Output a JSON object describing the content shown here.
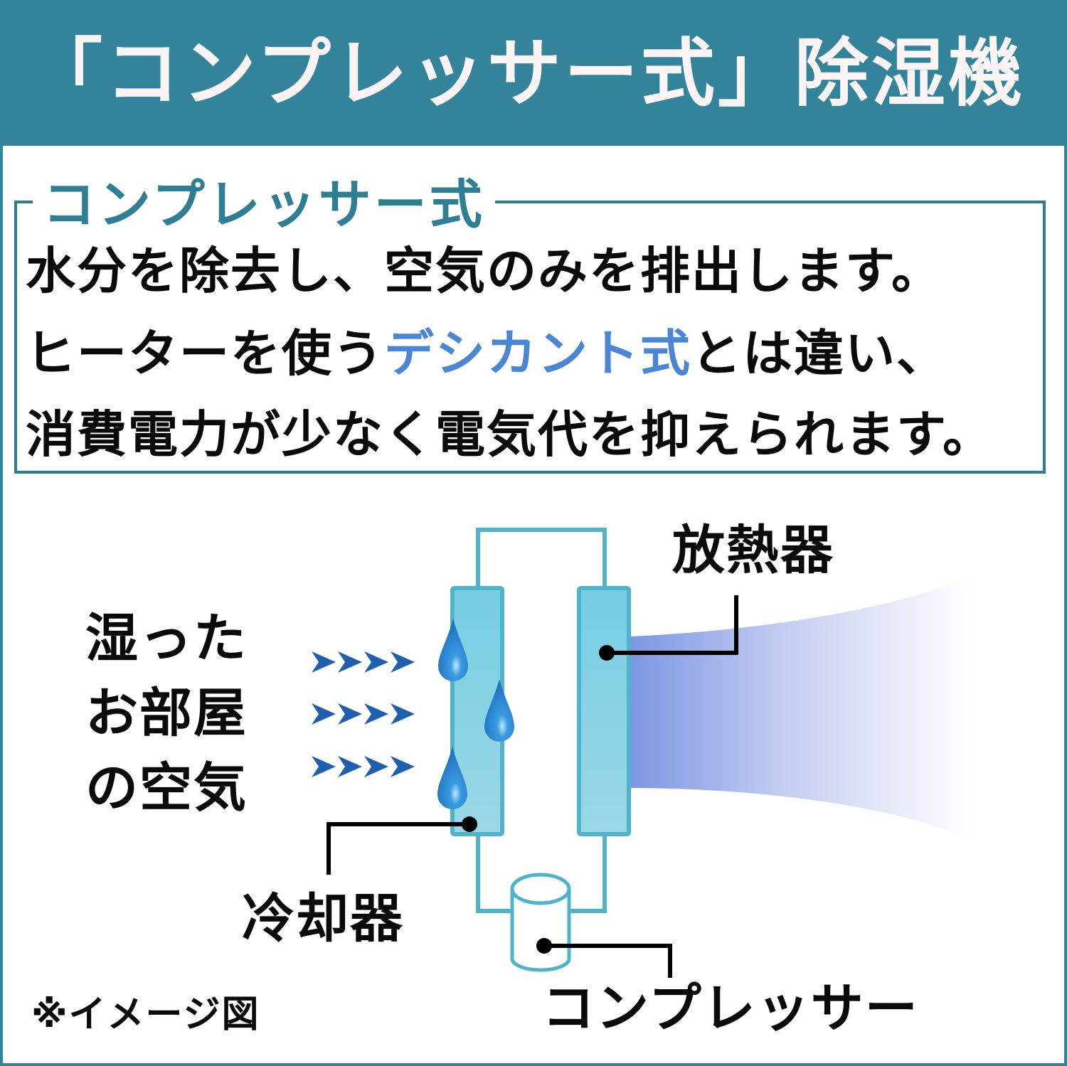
{
  "header": {
    "title": "「コンプレッサー式」除湿機",
    "bg_color": "#33849b"
  },
  "info": {
    "legend": "コンプレッサー式",
    "lines": [
      {
        "text": "水分を除去し、空気のみを排出します。"
      },
      {
        "pre": "ヒーターを使う",
        "accent": "デシカント式",
        "post": "とは違い、"
      },
      {
        "text": "消費電力が少なく電気代を抑えられます。"
      }
    ],
    "accent_color": "#4a86d4"
  },
  "diagram": {
    "input_label": [
      "湿った",
      "お部屋",
      "の空気"
    ],
    "radiator_label": "放熱器",
    "cooler_label": "冷却器",
    "compressor_label": "コンプレッサー",
    "pipe_color": "#4fb3cb",
    "panel_color": "#7fd0e4",
    "airflow_color": "#7b96e2",
    "arrow_color": "#1f5fb0",
    "droplet_count": 3,
    "arrow_rows": 3,
    "arrows_per_row": 4
  },
  "footnote": "※イメージ図"
}
